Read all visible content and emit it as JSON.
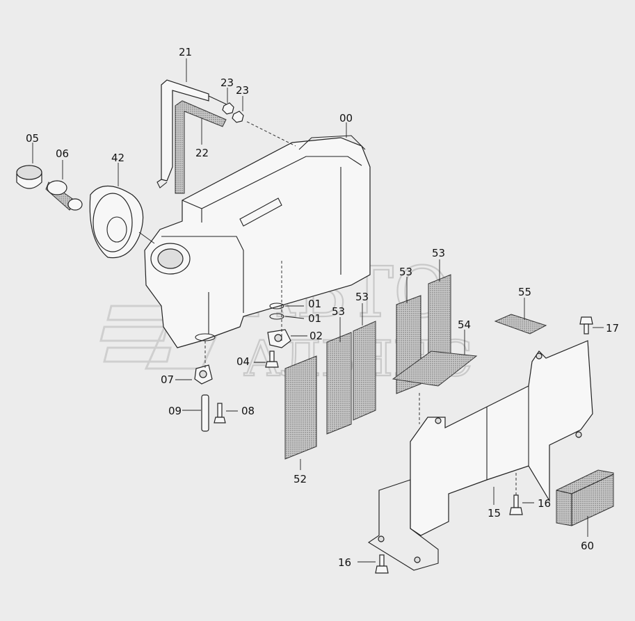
{
  "diagram": {
    "watermark": {
      "line1": "АВТО",
      "line2": "АЛЬЯНС"
    },
    "callouts": {
      "c00": "00",
      "c21": "21",
      "c22": "22",
      "c23a": "23",
      "c23b": "23",
      "c05": "05",
      "c06": "06",
      "c42": "42",
      "c01a": "01",
      "c01b": "01",
      "c02": "02",
      "c04": "04",
      "c07": "07",
      "c08": "08",
      "c09": "09",
      "c52": "52",
      "c53a": "53",
      "c53b": "53",
      "c53c": "53",
      "c53d": "53",
      "c54": "54",
      "c55": "55",
      "c17": "17",
      "c15": "15",
      "c16a": "16",
      "c16b": "16",
      "c60": "60"
    }
  }
}
